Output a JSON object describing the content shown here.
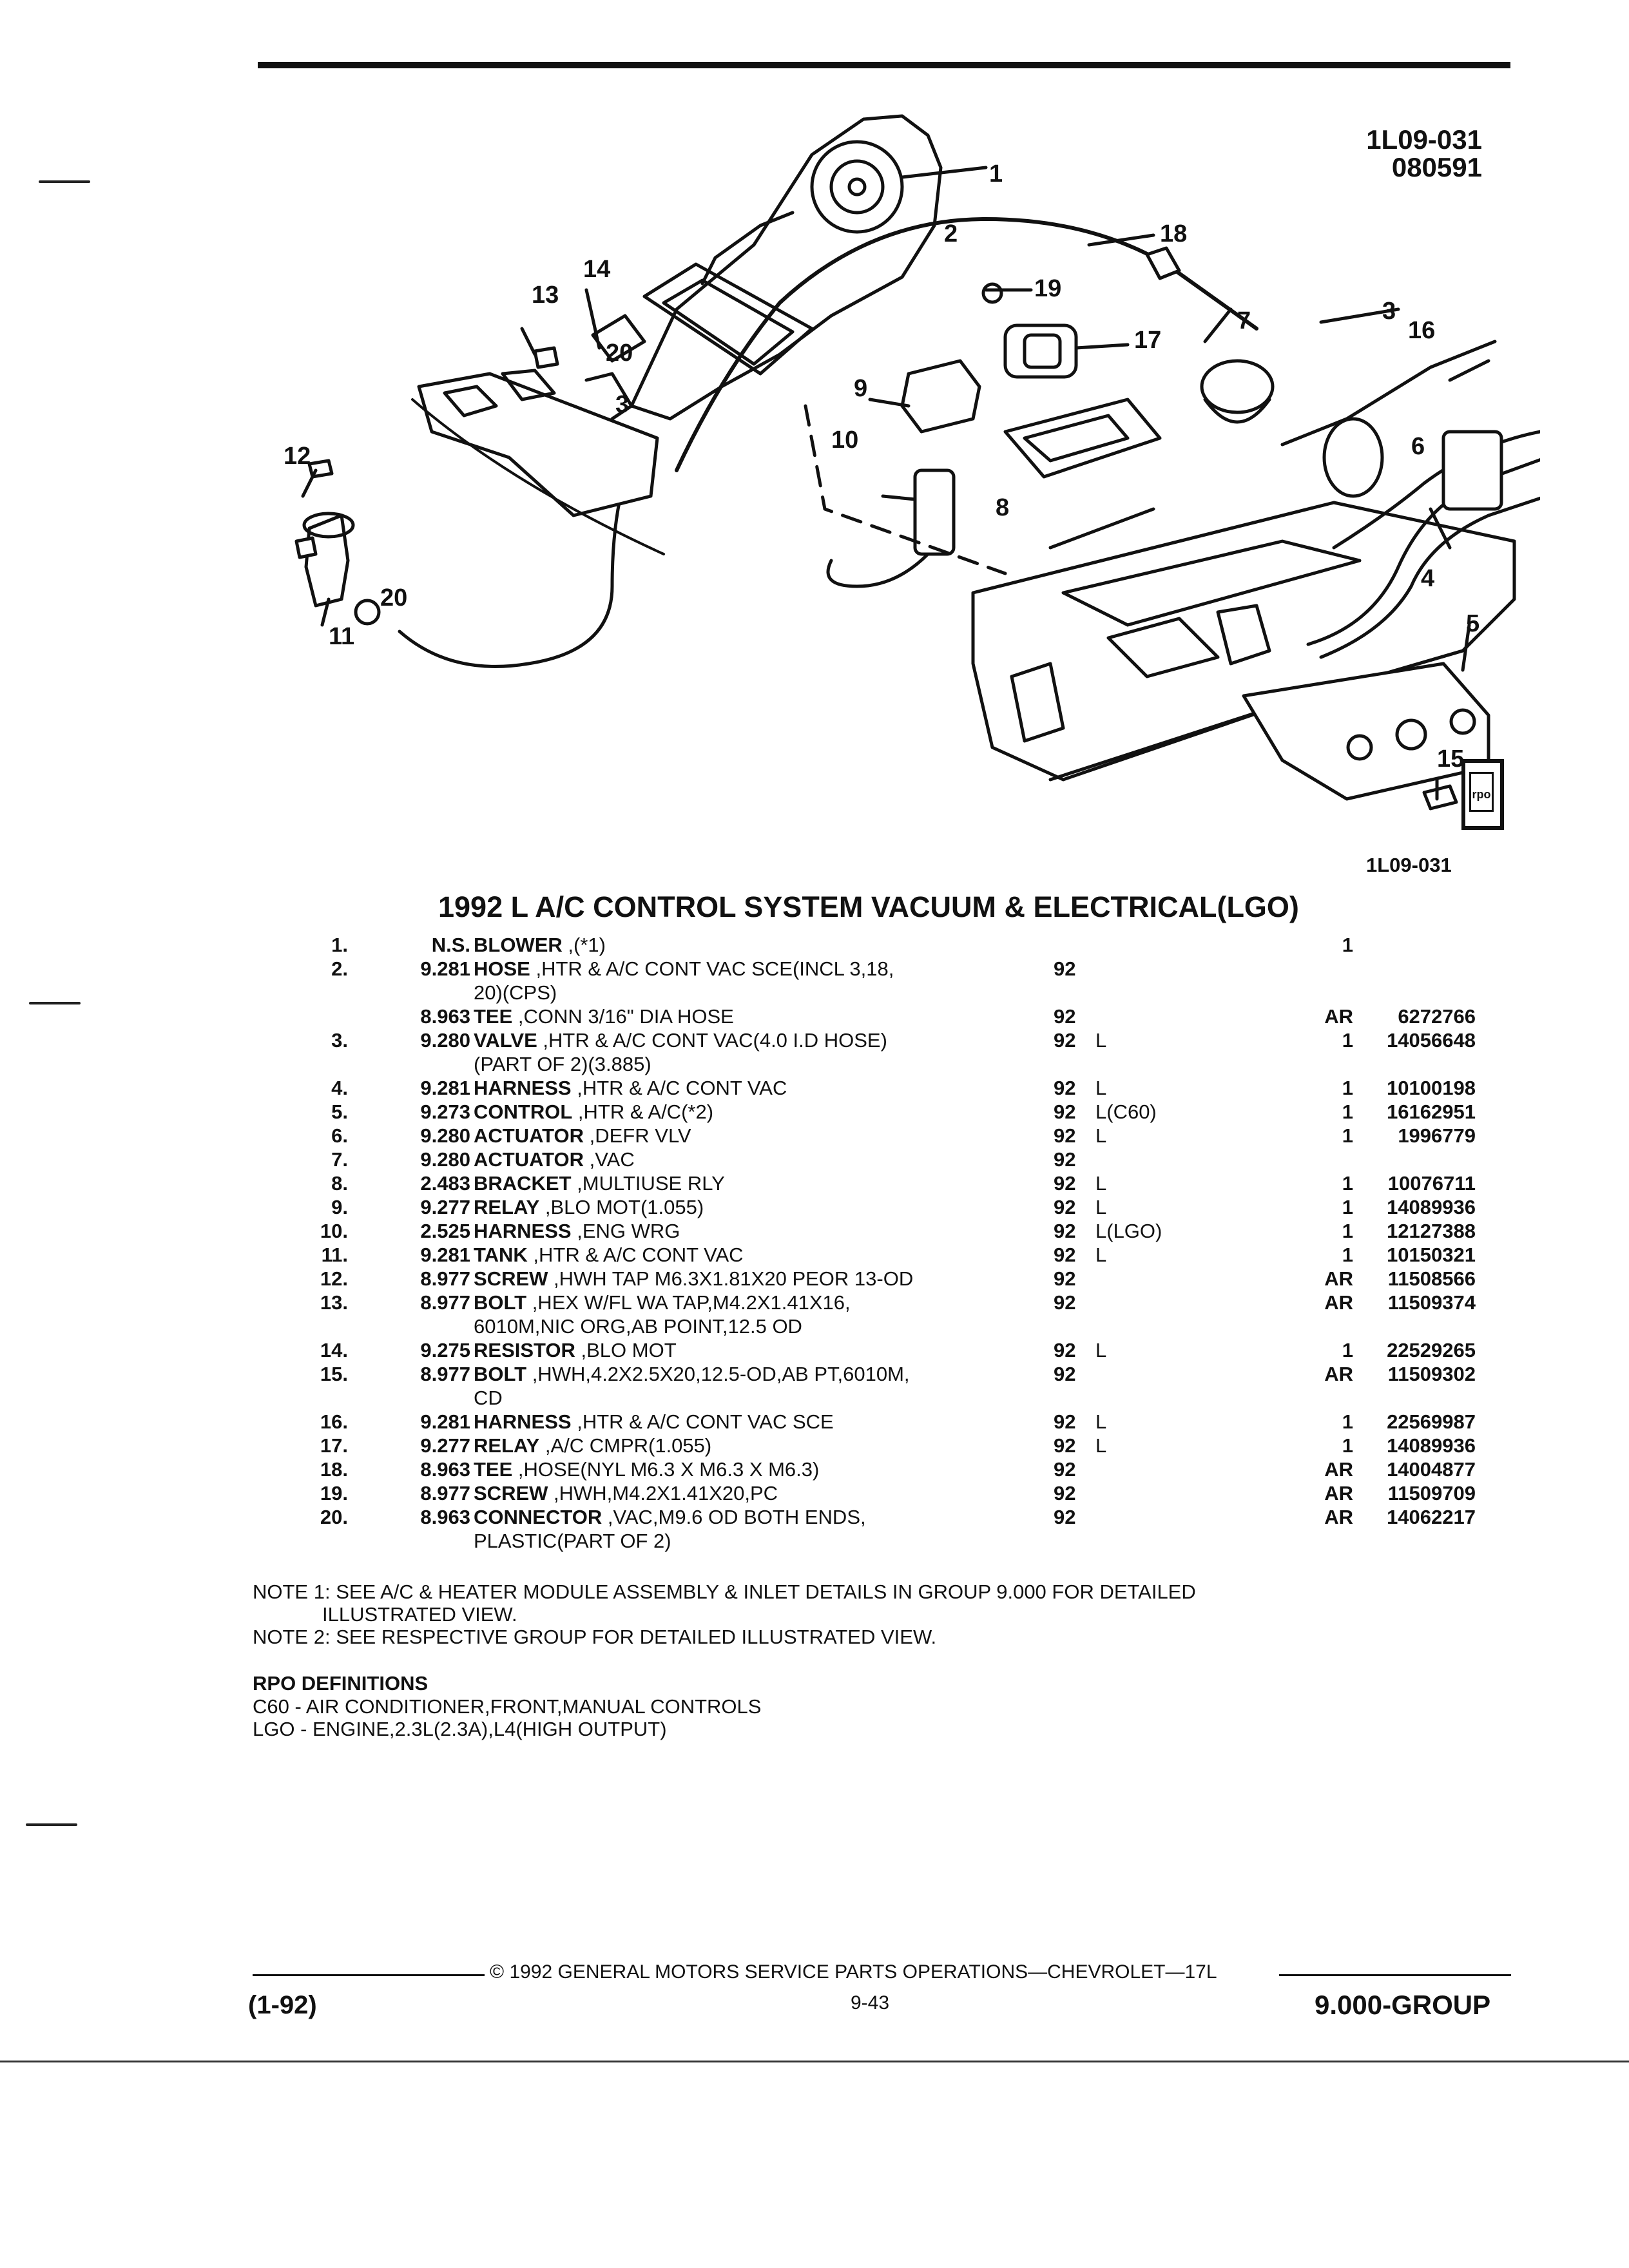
{
  "header": {
    "figure_code": "1L09-031",
    "date_code": "080591",
    "figure_caption": "1L09-031"
  },
  "diagram": {
    "callouts": [
      "1",
      "2",
      "3",
      "3",
      "4",
      "5",
      "6",
      "7",
      "8",
      "9",
      "10",
      "11",
      "12",
      "13",
      "14",
      "15",
      "16",
      "17",
      "18",
      "19",
      "20",
      "20"
    ],
    "rpo_icon_label": "rpo"
  },
  "title": "1992 L A/C CONTROL SYSTEM VACUUM & ELECTRICAL(LGO)",
  "parts": [
    {
      "item": "1.",
      "group": "N.S.",
      "name": "BLOWER",
      "desc": " ,(*1)",
      "year": "",
      "app": "",
      "qty": "1",
      "part_no": ""
    },
    {
      "item": "2.",
      "group": "9.281",
      "name": "HOSE",
      "desc": " ,HTR & A/C CONT VAC SCE(INCL 3,18,",
      "year": "92",
      "app": "",
      "qty": "",
      "part_no": ""
    },
    {
      "item": "",
      "group": "",
      "name": "",
      "desc": "20)(CPS)",
      "year": "",
      "app": "",
      "qty": "",
      "part_no": ""
    },
    {
      "item": "",
      "group": "8.963",
      "name": "TEE",
      "desc": " ,CONN 3/16\" DIA HOSE",
      "year": "92",
      "app": "",
      "qty": "AR",
      "part_no": "6272766"
    },
    {
      "item": "3.",
      "group": "9.280",
      "name": "VALVE",
      "desc": " ,HTR & A/C CONT VAC(4.0 I.D HOSE)",
      "year": "92",
      "app": "L",
      "qty": "1",
      "part_no": "14056648"
    },
    {
      "item": "",
      "group": "",
      "name": "",
      "desc": "(PART OF 2)(3.885)",
      "year": "",
      "app": "",
      "qty": "",
      "part_no": ""
    },
    {
      "item": "4.",
      "group": "9.281",
      "name": "HARNESS",
      "desc": " ,HTR & A/C CONT VAC",
      "year": "92",
      "app": "L",
      "qty": "1",
      "part_no": "10100198"
    },
    {
      "item": "5.",
      "group": "9.273",
      "name": "CONTROL",
      "desc": " ,HTR & A/C(*2)",
      "year": "92",
      "app": "L(C60)",
      "qty": "1",
      "part_no": "16162951"
    },
    {
      "item": "6.",
      "group": "9.280",
      "name": "ACTUATOR",
      "desc": " ,DEFR VLV",
      "year": "92",
      "app": "L",
      "qty": "1",
      "part_no": "1996779"
    },
    {
      "item": "7.",
      "group": "9.280",
      "name": "ACTUATOR",
      "desc": " ,VAC",
      "year": "92",
      "app": "",
      "qty": "",
      "part_no": ""
    },
    {
      "item": "8.",
      "group": "2.483",
      "name": "BRACKET",
      "desc": " ,MULTIUSE RLY",
      "year": "92",
      "app": "L",
      "qty": "1",
      "part_no": "10076711"
    },
    {
      "item": "9.",
      "group": "9.277",
      "name": "RELAY",
      "desc": " ,BLO MOT(1.055)",
      "year": "92",
      "app": "L",
      "qty": "1",
      "part_no": "14089936"
    },
    {
      "item": "10.",
      "group": "2.525",
      "name": "HARNESS",
      "desc": " ,ENG WRG",
      "year": "92",
      "app": "L(LGO)",
      "qty": "1",
      "part_no": "12127388"
    },
    {
      "item": "11.",
      "group": "9.281",
      "name": "TANK",
      "desc": " ,HTR & A/C CONT VAC",
      "year": "92",
      "app": "L",
      "qty": "1",
      "part_no": "10150321"
    },
    {
      "item": "12.",
      "group": "8.977",
      "name": "SCREW",
      "desc": " ,HWH TAP M6.3X1.81X20 PEOR 13-OD",
      "year": "92",
      "app": "",
      "qty": "AR",
      "part_no": "11508566"
    },
    {
      "item": "13.",
      "group": "8.977",
      "name": "BOLT",
      "desc": " ,HEX W/FL WA TAP,M4.2X1.41X16,",
      "year": "92",
      "app": "",
      "qty": "AR",
      "part_no": "11509374"
    },
    {
      "item": "",
      "group": "",
      "name": "",
      "desc": "6010M,NIC ORG,AB POINT,12.5 OD",
      "year": "",
      "app": "",
      "qty": "",
      "part_no": ""
    },
    {
      "item": "14.",
      "group": "9.275",
      "name": "RESISTOR",
      "desc": " ,BLO MOT",
      "year": "92",
      "app": "L",
      "qty": "1",
      "part_no": "22529265"
    },
    {
      "item": "15.",
      "group": "8.977",
      "name": "BOLT",
      "desc": " ,HWH,4.2X2.5X20,12.5-OD,AB PT,6010M,",
      "year": "92",
      "app": "",
      "qty": "AR",
      "part_no": "11509302"
    },
    {
      "item": "",
      "group": "",
      "name": "",
      "desc": "CD",
      "year": "",
      "app": "",
      "qty": "",
      "part_no": ""
    },
    {
      "item": "16.",
      "group": "9.281",
      "name": "HARNESS",
      "desc": " ,HTR & A/C CONT VAC SCE",
      "year": "92",
      "app": "L",
      "qty": "1",
      "part_no": "22569987"
    },
    {
      "item": "17.",
      "group": "9.277",
      "name": "RELAY",
      "desc": " ,A/C CMPR(1.055)",
      "year": "92",
      "app": "L",
      "qty": "1",
      "part_no": "14089936"
    },
    {
      "item": "18.",
      "group": "8.963",
      "name": "TEE",
      "desc": " ,HOSE(NYL M6.3 X M6.3 X M6.3)",
      "year": "92",
      "app": "",
      "qty": "AR",
      "part_no": "14004877"
    },
    {
      "item": "19.",
      "group": "8.977",
      "name": "SCREW",
      "desc": " ,HWH,M4.2X1.41X20,PC",
      "year": "92",
      "app": "",
      "qty": "AR",
      "part_no": "11509709"
    },
    {
      "item": "20.",
      "group": "8.963",
      "name": "CONNECTOR",
      "desc": " ,VAC,M9.6 OD BOTH ENDS,",
      "year": "92",
      "app": "",
      "qty": "AR",
      "part_no": "14062217"
    },
    {
      "item": "",
      "group": "",
      "name": "",
      "desc": "PLASTIC(PART OF 2)",
      "year": "",
      "app": "",
      "qty": "",
      "part_no": ""
    }
  ],
  "notes": {
    "note1_line1": "NOTE  1:  SEE A/C & HEATER MODULE ASSEMBLY & INLET DETAILS IN GROUP 9.000 FOR DETAILED",
    "note1_line2": "ILLUSTRATED VIEW.",
    "note2": "NOTE  2:  SEE RESPECTIVE GROUP FOR DETAILED ILLUSTRATED VIEW."
  },
  "rpo": {
    "heading": "RPO DEFINITIONS",
    "items": [
      "C60 - AIR CONDITIONER,FRONT,MANUAL CONTROLS",
      "LGO - ENGINE,2.3L(2.3A),L4(HIGH OUTPUT)"
    ]
  },
  "footer": {
    "copyright": "©  1992  GENERAL MOTORS SERVICE PARTS OPERATIONS—CHEVROLET—17L",
    "revision": "(1-92)",
    "page": "9-43",
    "group": "9.000-GROUP"
  }
}
